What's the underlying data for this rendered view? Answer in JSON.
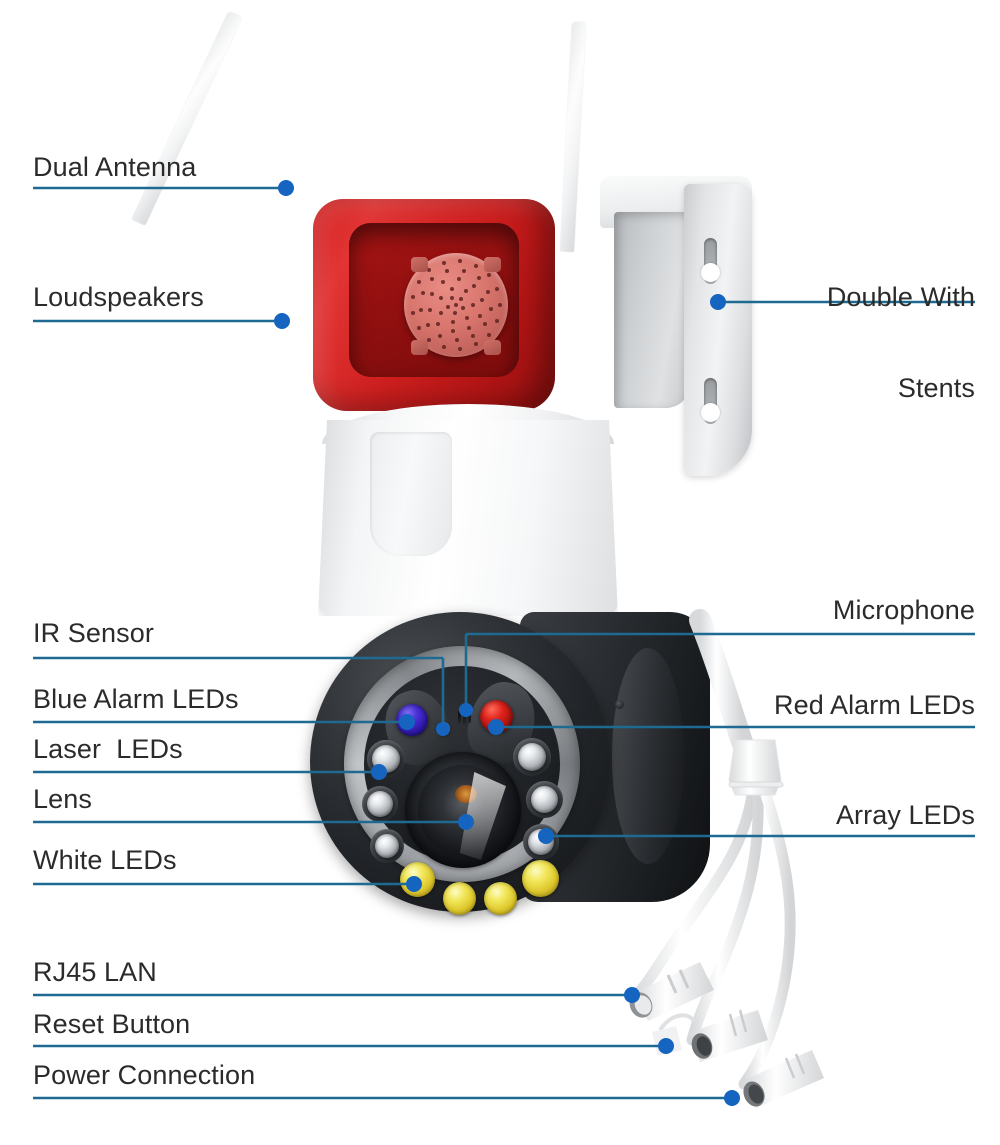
{
  "diagram": {
    "title": "PTZ Security Camera Feature Callouts",
    "accent_line_color": "#1f6a92",
    "accent_dot_color": "#1565c0",
    "label_color": "#2b2b2b",
    "background": "#ffffff"
  },
  "labels_left": [
    {
      "id": "dual-antenna",
      "text": "Dual Antenna"
    },
    {
      "id": "loudspeakers",
      "text": "Loudspeakers"
    },
    {
      "id": "ir-sensor",
      "text": "IR Sensor"
    },
    {
      "id": "blue-alarm-leds",
      "text": "Blue Alarm LEDs"
    },
    {
      "id": "laser-leds",
      "text": "Laser  LEDs"
    },
    {
      "id": "lens",
      "text": "Lens"
    },
    {
      "id": "white-leds",
      "text": "White LEDs"
    },
    {
      "id": "rj45-lan",
      "text": "RJ45 LAN"
    },
    {
      "id": "reset-button",
      "text": "Reset Button"
    },
    {
      "id": "power-connection",
      "text": "Power Connection"
    }
  ],
  "labels_right": [
    {
      "id": "double-with-stents",
      "text_line1": "Double With",
      "text_line2": "Stents"
    },
    {
      "id": "microphone",
      "text": "Microphone"
    },
    {
      "id": "red-alarm-leds",
      "text": "Red Alarm LEDs"
    },
    {
      "id": "array-leds",
      "text": "Array LEDs"
    }
  ],
  "product": {
    "housing_color": "#ffffff",
    "siren_color": "#d32020",
    "dome_color": "#22252a",
    "blue_led_color": "#4a2fd8",
    "red_led_color": "#e0231c",
    "yellow_led_color": "#f2e85e",
    "white_led_color": "#e4e7ea",
    "antenna_count": 2,
    "array_led_count": 6,
    "white_led_count": 4,
    "cable_count": 3
  }
}
